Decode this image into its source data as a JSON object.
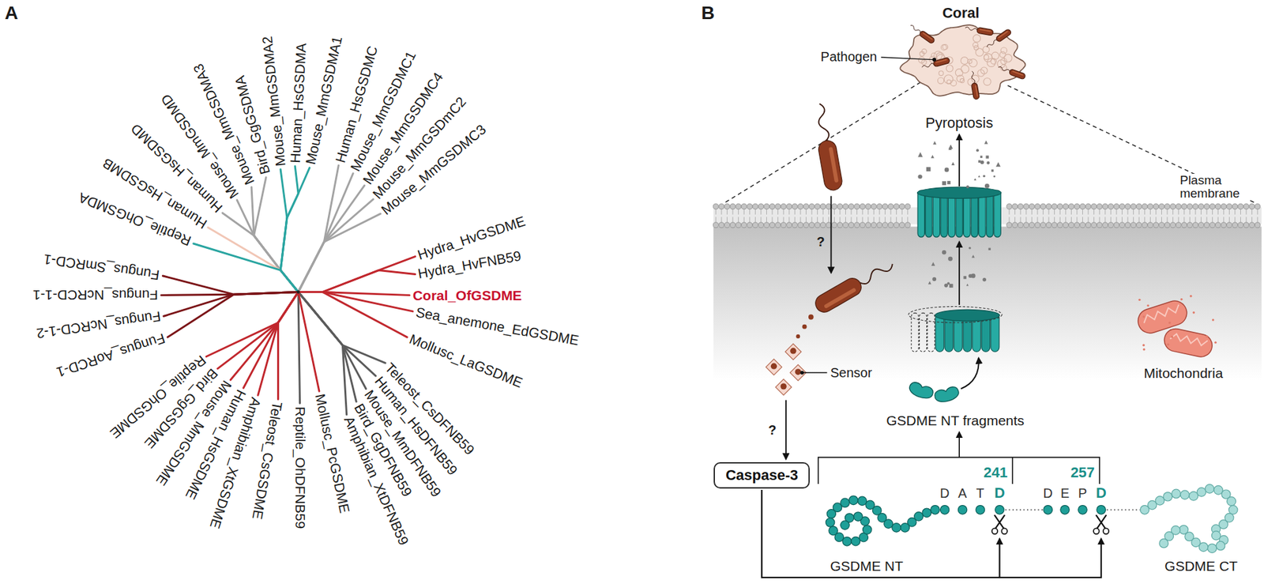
{
  "diagram": {
    "nodes": [
      {
        "text": [
          "Caspase-3"
        ]
      }
    ],
    "labels": [
      "A",
      "Mouse_MmGSDMA3",
      "Bird_GgGSDMA",
      "Mouse_MmGSDMA2",
      "Human_HsGSDMA",
      "Mouse_MmGSDMA1",
      "Human_HsGSDMC",
      "Mouse_MmGSDMC1",
      "Mouse_MmGSDMC4",
      "Mouse_MmGSDmC2",
      "Mouse_MmGSDMC3",
      "Hydra_HvGSDME",
      "Hydra_HvFNB59",
      "Coral_OfGSDME",
      "Sea_anemone_EdGSDME",
      "Mollusc_LaGSDME",
      "Teleost_CsDFNB59",
      "Human_HsDFNB59",
      "Mouse_MmDFNB59",
      "Bird_GgDFNB59",
      "Amphibian_XtDFNB59",
      "Mollusc_PcGSDME",
      "Reptile_OhDFNB59",
      "Teleost_CsGSDME",
      "Amphibian_XtGSDME",
      "Human_HsGSDME",
      "Mouse_MmGSDME",
      "Bird_GgGSDME",
      "Reptile_OhGSDME",
      "Fungus_AoRCD-1",
      "Fungus_NcRCD-1-2",
      "Fungus_NcRCD-1-1",
      "Fungus_SmRCD-1",
      "Reptile_OhGSMDA",
      "Human_HsGSDMB",
      "Human_HsGSDMD",
      "Mouse_MmGSDMD",
      "B",
      "Coral",
      "Pathogen",
      "Pyroptosis",
      "Plasma membrane",
      "?",
      "Sensor",
      "?",
      "GSDME NT fragments",
      "Mitochondria",
      "241",
      "257",
      "D",
      "A",
      "T",
      "D",
      "D",
      "E",
      "P",
      "D",
      "GSDME NT",
      "GSDME CT"
    ]
  }
}
